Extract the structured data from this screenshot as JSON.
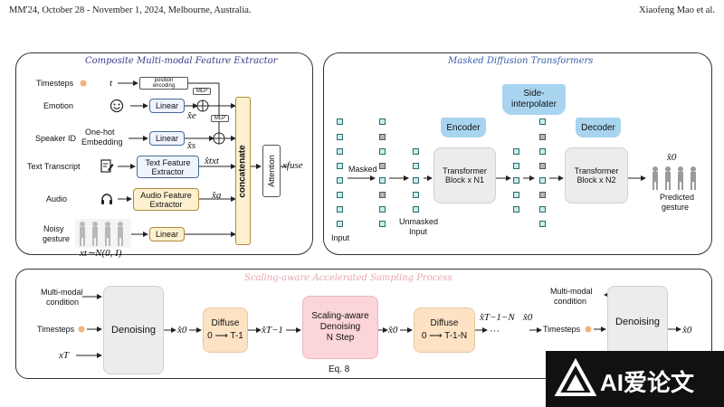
{
  "header": {
    "left": "MM'24, October 28 - November 1, 2024, Melbourne, Australia.",
    "right": "Xiaofeng Mao et al."
  },
  "panel1": {
    "title": "Composite Multi-modal Feature Extractor",
    "inputs": {
      "timesteps": "Timesteps",
      "t": "t",
      "emotion": "Emotion",
      "speaker_id": "Speaker ID",
      "onehot": "One-hot",
      "embedding": "Embedding",
      "text_transcript": "Text Transcript",
      "audio": "Audio",
      "noisy": "Noisy",
      "gesture": "gesture"
    },
    "pos_enc_1": "position",
    "pos_enc_2": "encoding",
    "mlp": "MLP",
    "linear": "Linear",
    "text_fe_1": "Text Feature",
    "text_fe_2": "Extractor",
    "audio_fe_1": "Audio Feature",
    "audio_fe_2": "Extractor",
    "concatenate": "concatenate",
    "attention": "Attention",
    "x_e": "x̂e",
    "x_s": "x̂s",
    "x_txt": "x̂txt",
    "x_a": "x̂a",
    "x_fuse": "xfuse",
    "xt_dist": "xt∼N(0, I)"
  },
  "panel2": {
    "title": "Masked Diffusion Transformers",
    "side_interp_1": "Side-",
    "side_interp_2": "interpolater",
    "encoder": "Encoder",
    "decoder": "Decoder",
    "tb1_1": "Transformer",
    "tb1_2": "Block x N1",
    "tb2_1": "Transformer",
    "tb2_2": "Block x N2",
    "masked": "Masked",
    "input": "Input",
    "unmasked_1": "Unmasked",
    "unmasked_2": "Input",
    "x0": "x̂0",
    "predicted_1": "Predicted",
    "predicted_2": "gesture"
  },
  "panel3": {
    "title": "Scaling-aware Accelerated Sampling Process",
    "multimodal_1": "Multi-modal",
    "multimodal_2": "condition",
    "timesteps": "Timesteps",
    "xT": "xT",
    "denoising": "Denoising",
    "x0": "x̂0",
    "diffuse": "Diffuse",
    "d1": "0 ⟶ T-1",
    "xT1": "x̂T−1",
    "sa_1": "Scaling-aware",
    "sa_2": "Denoising",
    "sa_3": "N Step",
    "eq": "Eq. 8",
    "d2": "0 ⟶ T-1-N",
    "xT1N": "x̂T−1−N",
    "dots": "···"
  },
  "watermark": {
    "text": "AI爱论文"
  },
  "colors": {
    "panel1_title": "#3a3a8c",
    "panel2_title": "#3a5ea8",
    "panel3_title": "#e8a5ad",
    "encoder_blue": "#a8d4f0",
    "timestep_dot": "#f2b27a"
  }
}
